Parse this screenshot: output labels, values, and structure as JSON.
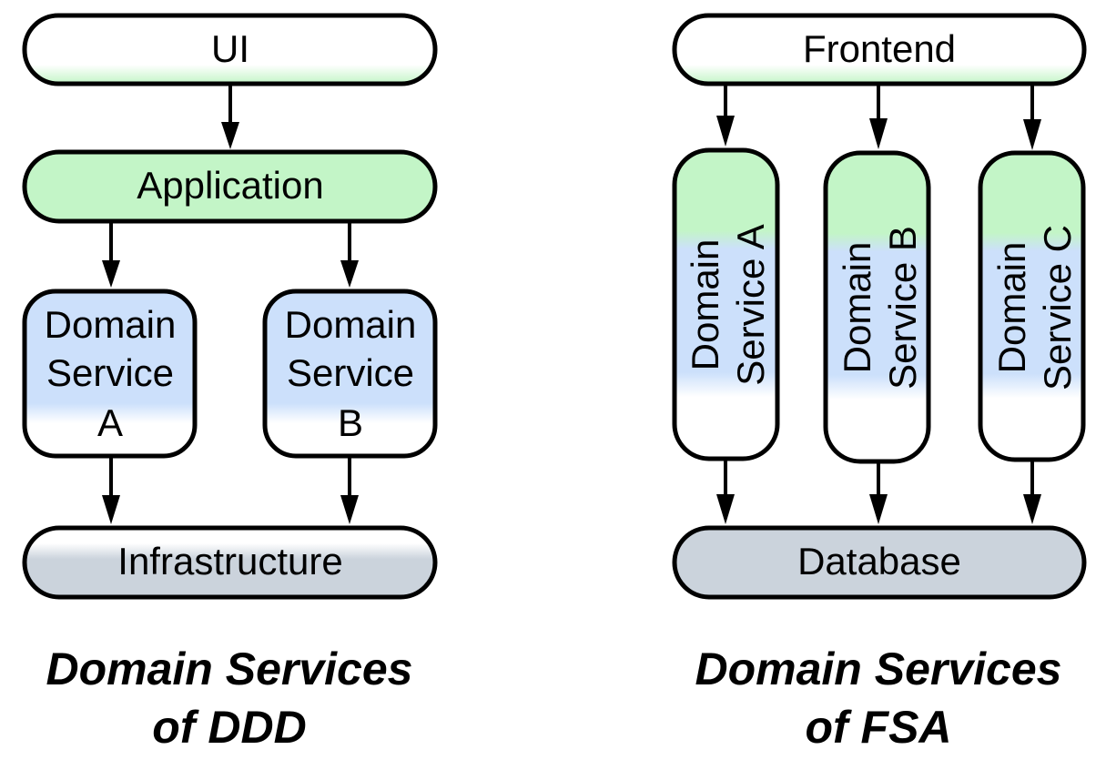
{
  "colors": {
    "green": "#c3f5c7",
    "blue": "#cce0fb",
    "gray": "#cbd3dc",
    "white": "#ffffff",
    "stroke": "#000000"
  },
  "ddd": {
    "ui": "UI",
    "application": "Application",
    "domain_service_a": [
      "Domain",
      "Service",
      "A"
    ],
    "domain_service_b": [
      "Domain",
      "Service",
      "B"
    ],
    "infrastructure": "Infrastructure",
    "caption": [
      "Domain Services",
      "of DDD"
    ]
  },
  "fsa": {
    "frontend": "Frontend",
    "domain_service_a": [
      "Domain",
      "Service A"
    ],
    "domain_service_b": [
      "Domain",
      "Service B"
    ],
    "domain_service_c": [
      "Domain",
      "Service C"
    ],
    "database": "Database",
    "caption": [
      "Domain Services",
      "of FSA"
    ]
  }
}
